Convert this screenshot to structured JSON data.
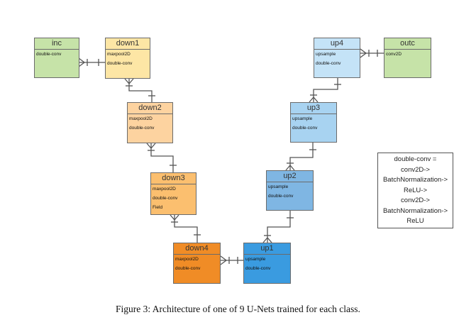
{
  "colors": {
    "inc_outc": "#c6e3a8",
    "down1": "#fde6a5",
    "down2": "#fdd3a0",
    "down3": "#fbbf6f",
    "down4": "#f08c26",
    "up4": "#c4e3f7",
    "up3": "#a8d3f1",
    "up2": "#7fb6e3",
    "up1": "#3a9be0",
    "line": "#555555"
  },
  "nodes": {
    "inc": {
      "title": "inc",
      "rows": [
        "double-conv"
      ]
    },
    "down1": {
      "title": "down1",
      "rows": [
        "maxpool2D",
        "double-conv"
      ]
    },
    "down2": {
      "title": "down2",
      "rows": [
        "maxpool2D",
        "double-conv"
      ]
    },
    "down3": {
      "title": "down3",
      "rows": [
        "maxpool2D",
        "double-conv",
        "Field"
      ]
    },
    "down4": {
      "title": "down4",
      "rows": [
        "maxpool2D",
        "double-conv"
      ]
    },
    "up1": {
      "title": "up1",
      "rows": [
        "upsample",
        "double-conv"
      ]
    },
    "up2": {
      "title": "up2",
      "rows": [
        "upsample",
        "double-conv"
      ]
    },
    "up3": {
      "title": "up3",
      "rows": [
        "upsample",
        "double-conv"
      ]
    },
    "up4": {
      "title": "up4",
      "rows": [
        "upsample",
        "double-conv"
      ]
    },
    "outc": {
      "title": "outc",
      "rows": [
        "conv2D"
      ]
    }
  },
  "legend": {
    "lines": [
      "double-conv =",
      "conv2D->",
      "BatchNormalization->",
      "ReLU->",
      "conv2D->",
      "BatchNormalization->",
      "ReLU"
    ]
  },
  "caption": "Figure 3: Architecture of one of 9 U-Nets trained for each class."
}
